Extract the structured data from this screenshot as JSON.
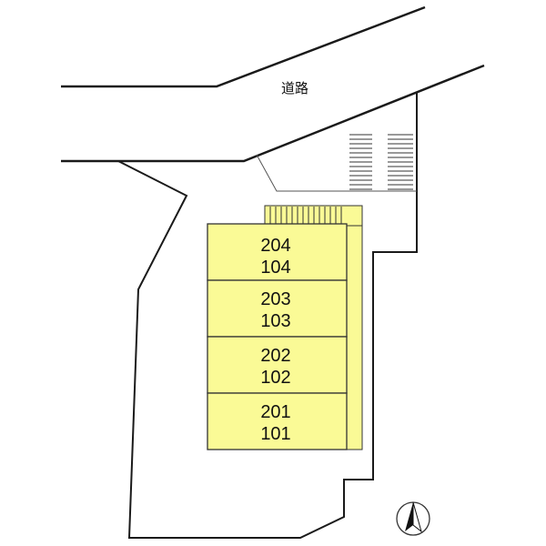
{
  "road_label": "道路",
  "units": [
    {
      "upper": "204",
      "lower": "104"
    },
    {
      "upper": "203",
      "lower": "103"
    },
    {
      "upper": "202",
      "lower": "102"
    },
    {
      "upper": "201",
      "lower": "101"
    }
  ],
  "colors": {
    "building": "#fafa96",
    "line": "#1a1a1a",
    "background": "#ffffff"
  },
  "icons": {
    "compass": "north-arrow-icon"
  }
}
